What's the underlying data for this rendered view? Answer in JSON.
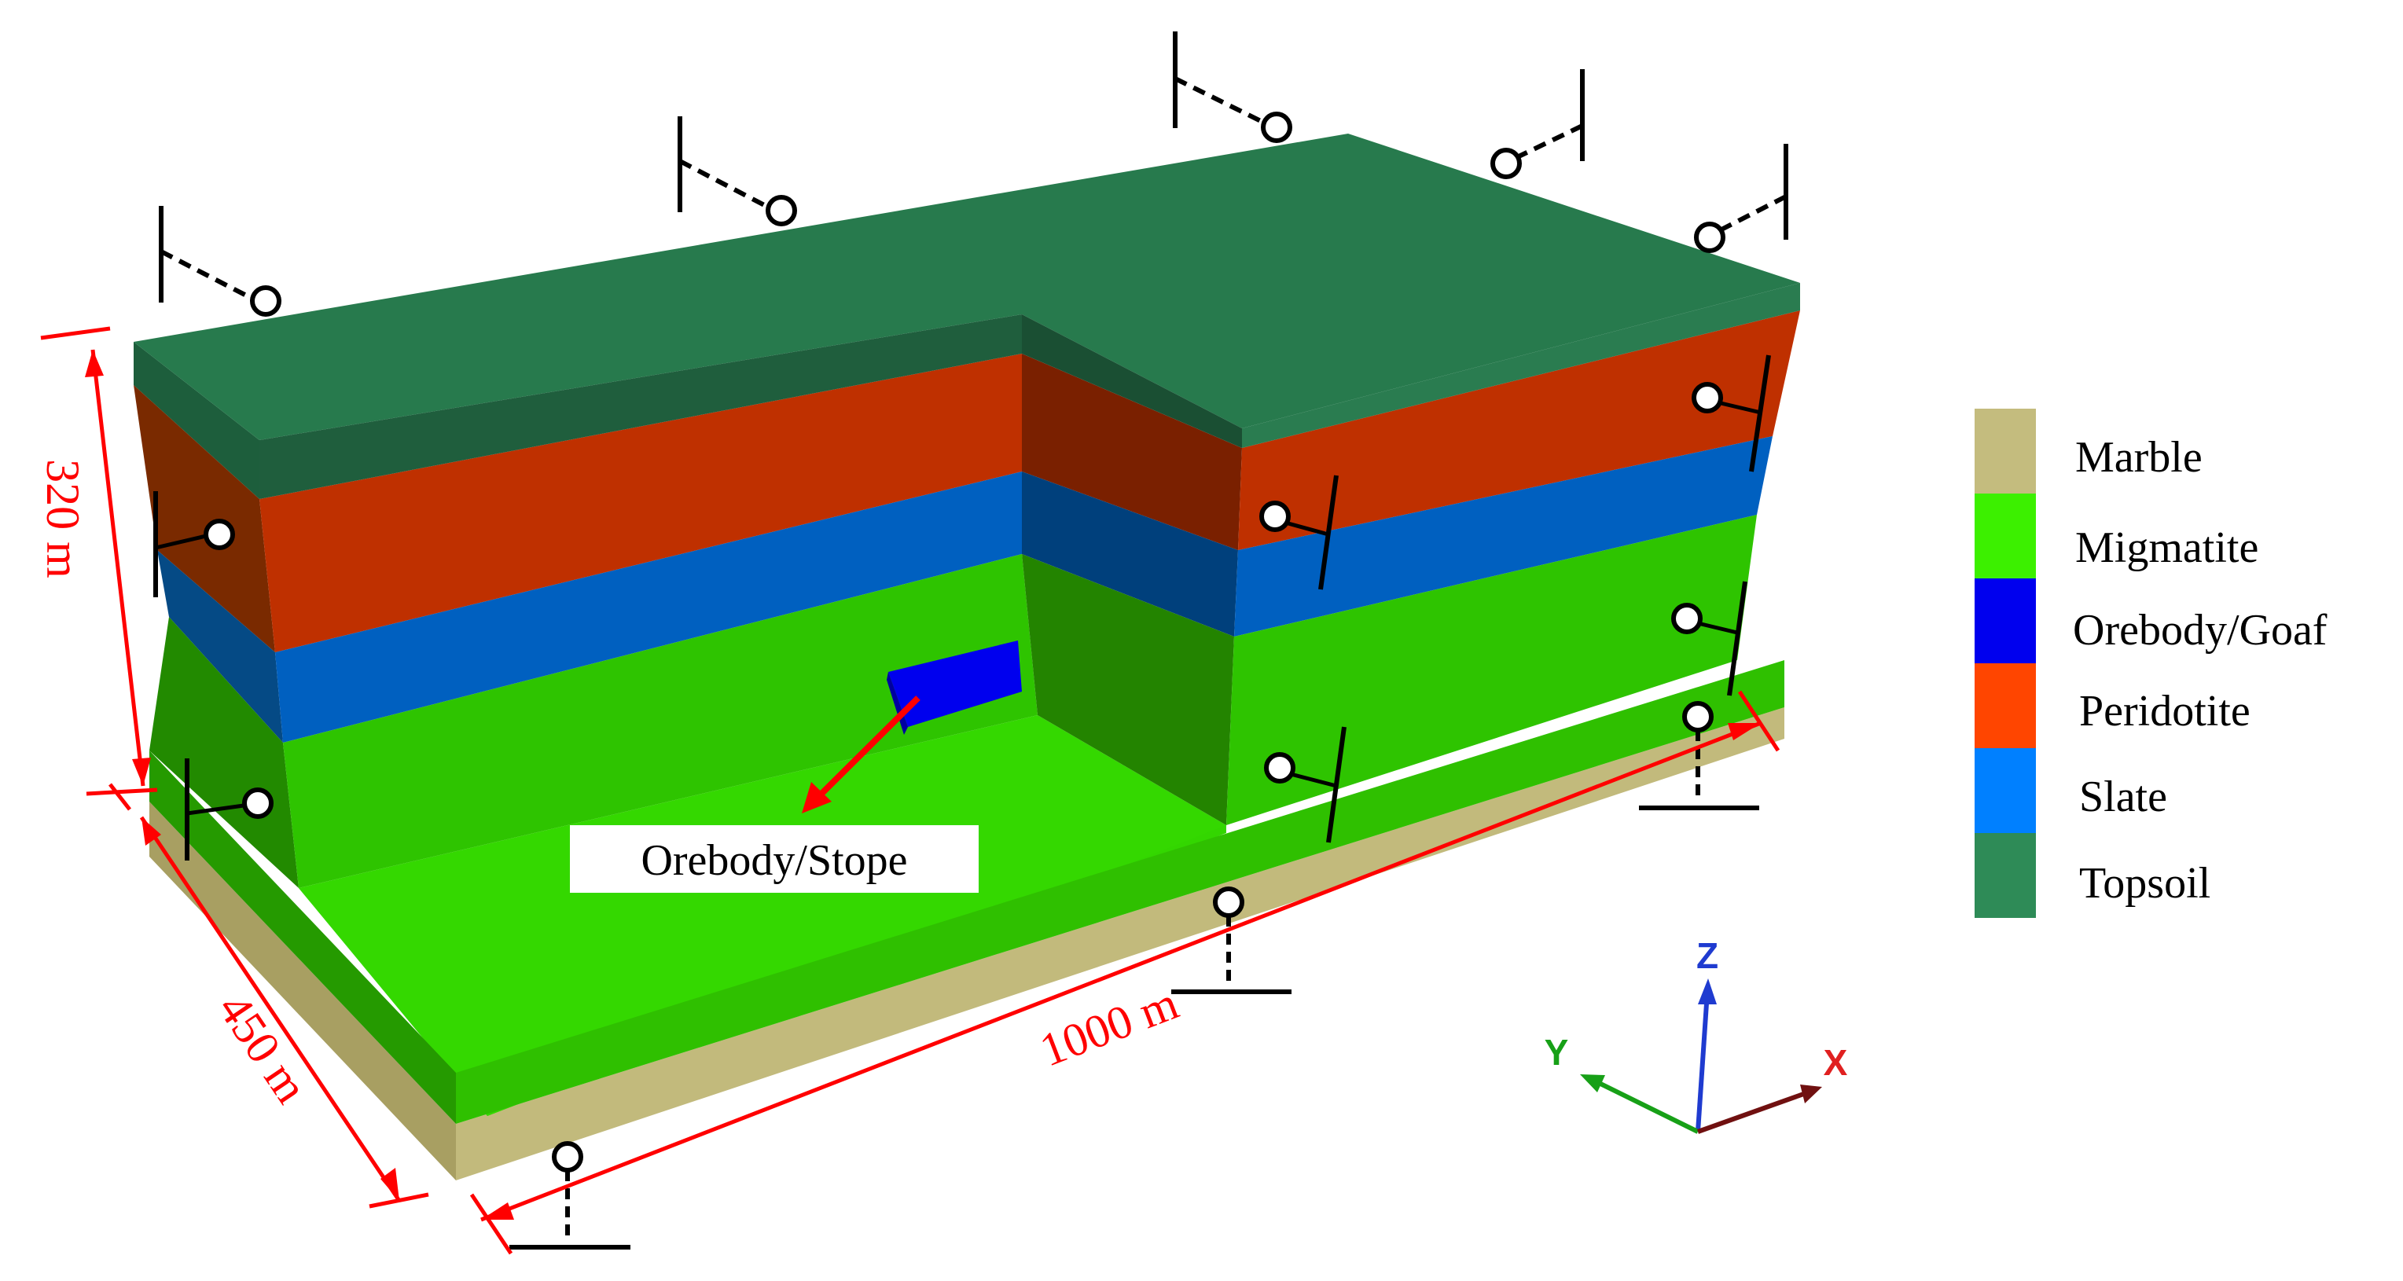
{
  "dimensions": {
    "height_label": "320 m",
    "width_label": "450 m",
    "length_label": "1000 m"
  },
  "callout": {
    "label": "Orebody/Stope"
  },
  "legend": {
    "items": [
      {
        "label": "Marble",
        "color": "#c4bc7e"
      },
      {
        "label": "Migmatite",
        "color": "#3cf000"
      },
      {
        "label": "Orebody/Goaf",
        "color": "#0000ee"
      },
      {
        "label": "Peridotite",
        "color": "#ff4500"
      },
      {
        "label": "Slate",
        "color": "#0080ff"
      },
      {
        "label": "Topsoil",
        "color": "#2e8b57"
      }
    ]
  },
  "axes": {
    "z": {
      "label": "Z",
      "color": "#1f3bd0"
    },
    "y": {
      "label": "Y",
      "color": "#17a017"
    },
    "x": {
      "label": "X",
      "color": "#e02020"
    }
  }
}
